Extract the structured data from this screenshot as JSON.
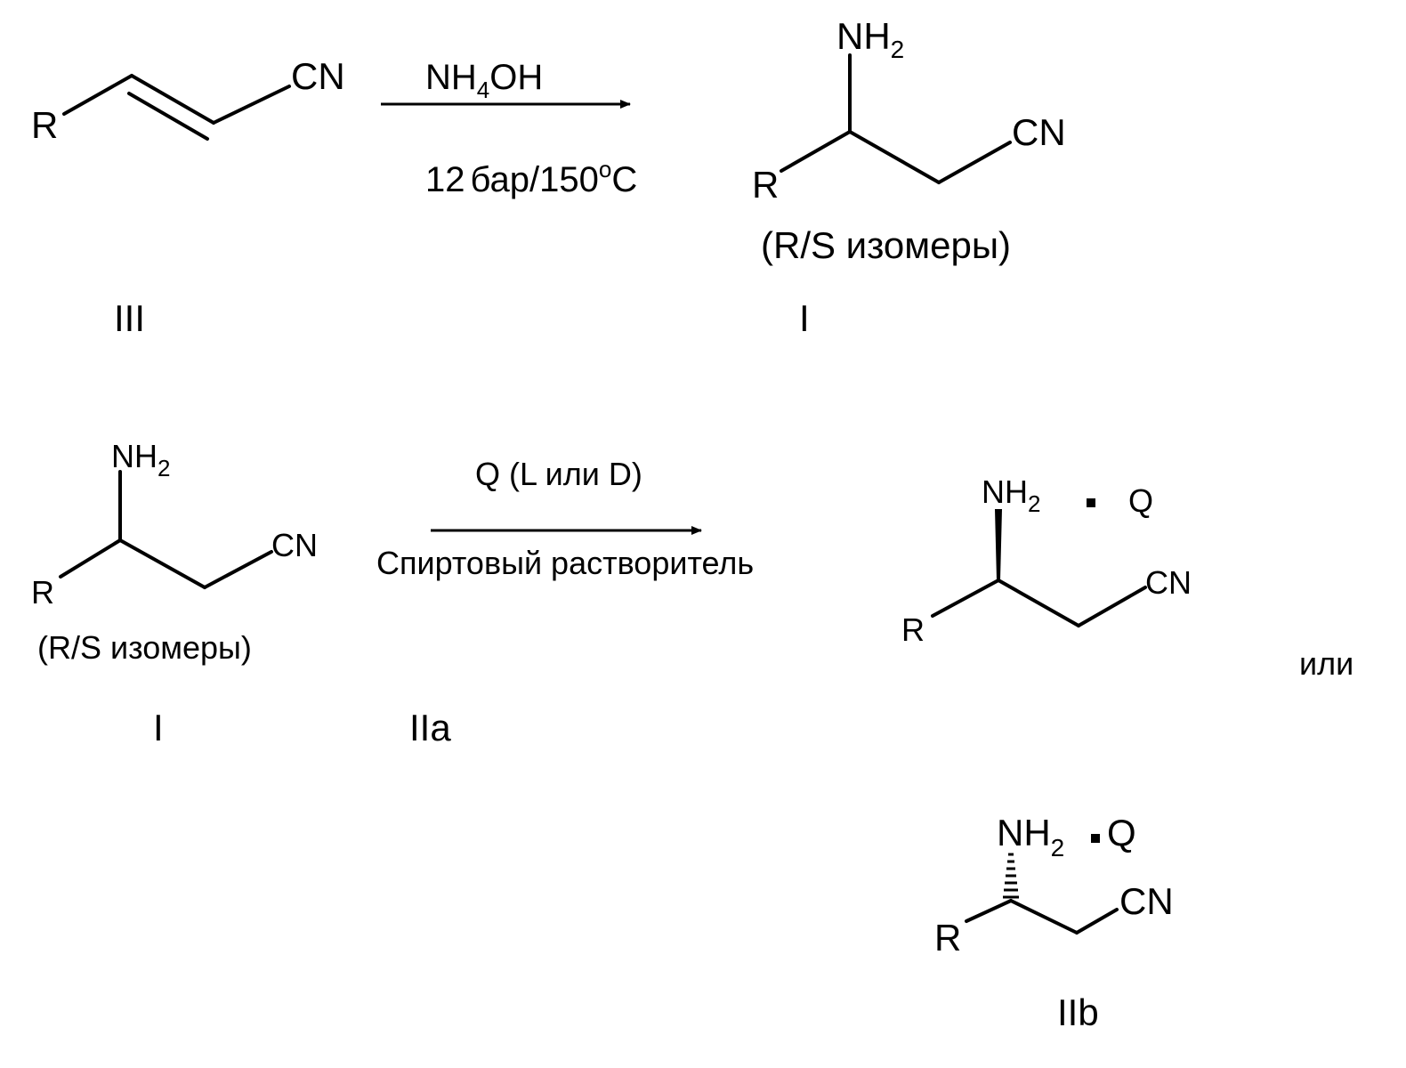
{
  "atoms": {
    "r": "R",
    "cn": "CN",
    "n": "NH",
    "sub2": "2",
    "q": "Q",
    "dot": "•"
  },
  "reaction1": {
    "reagent_main": "NH",
    "reagent_sub": "4",
    "reagent_tail": "OH",
    "cond_a": "12",
    "cond_b": "бар/150",
    "cond_deg": "o",
    "cond_c": "C"
  },
  "reaction2": {
    "reagent": "Q (L или D)",
    "solvent": "Спиртовый растворитель"
  },
  "labels": {
    "isomers": "(R/S изомеры)",
    "comp_III": "III",
    "comp_I": "I",
    "comp_IIa": "IIa",
    "comp_IIb": "IIb",
    "or": "или"
  }
}
